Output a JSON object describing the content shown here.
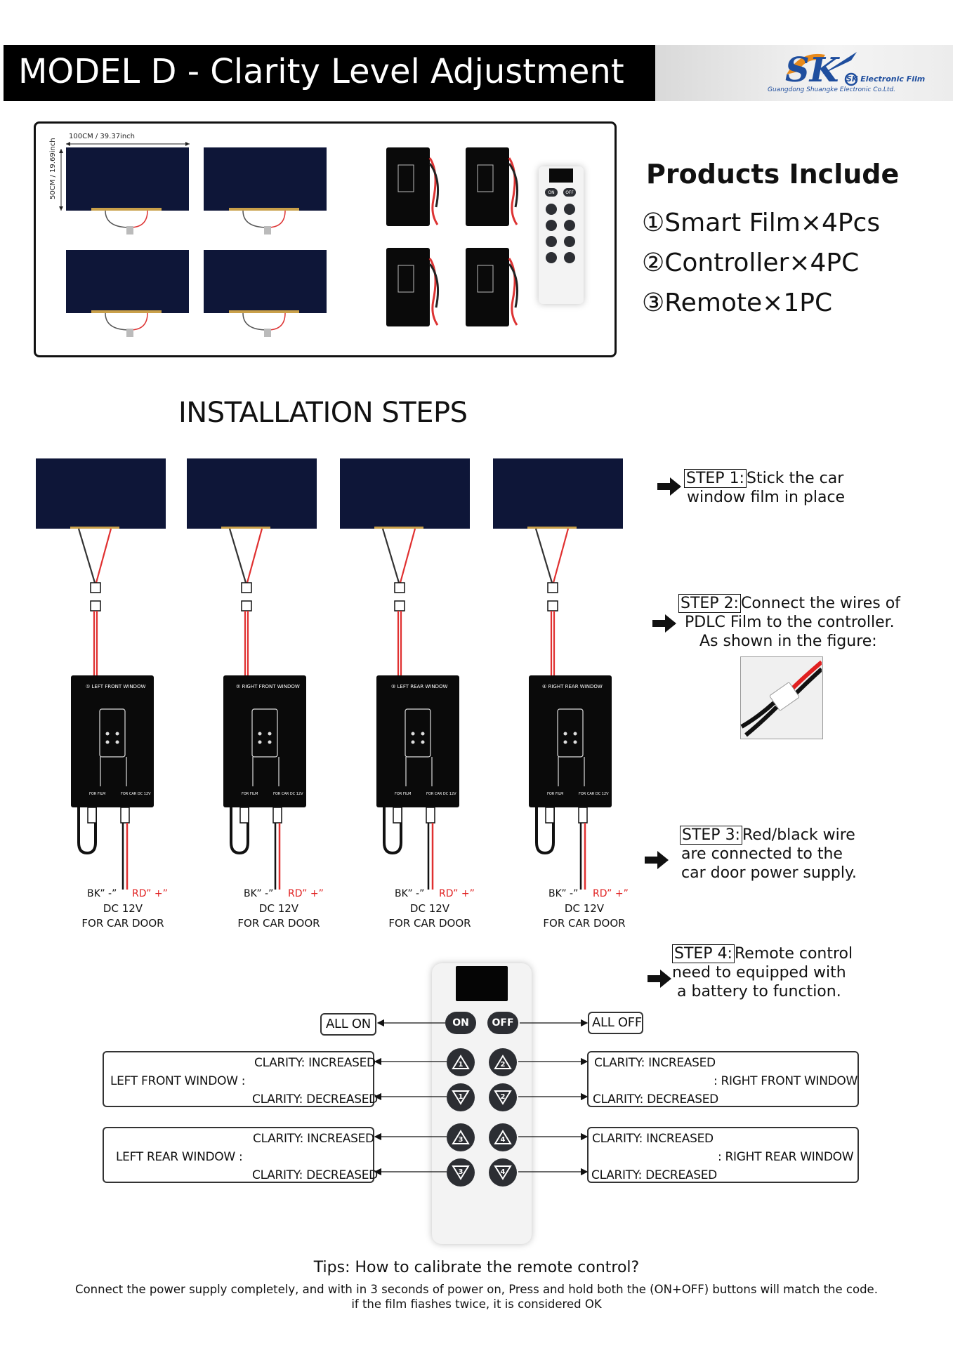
{
  "header": {
    "title": "MODEL D - Clarity Level Adjustment",
    "logo_text": "SK Electronic Film",
    "logo_subtext": "Guangdong Shuangke Electronic Co.Ltd."
  },
  "products": {
    "dim_width": "100CM / 39.37inch",
    "dim_height": "50CM / 19.69inch",
    "heading": "Products Include",
    "items": [
      "①Smart Film×4Pcs",
      "②Controller×4PC",
      "③Remote×1PC"
    ],
    "remote_on": "ON",
    "remote_off": "OFF"
  },
  "install": {
    "heading": "INSTALLATION STEPS",
    "steps": [
      {
        "label": "STEP 1:",
        "lines": [
          "Stick the car",
          "window film in place"
        ]
      },
      {
        "label": "STEP 2:",
        "lines": [
          "Connect the wires of",
          "PDLC Film to the controller.",
          "As shown in the figure:"
        ]
      },
      {
        "label": "STEP 3:",
        "lines": [
          "Red/black wire",
          "are connected to the",
          "car door power supply."
        ]
      },
      {
        "label": "STEP 4:",
        "lines": [
          "Remote control",
          "need to equipped with",
          "a battery to function."
        ]
      }
    ],
    "controllers": [
      {
        "title": "① LEFT FRONT WINDOW"
      },
      {
        "title": "② RIGHT FRONT WINDOW"
      },
      {
        "title": "③ LEFT REAR WINDOW"
      },
      {
        "title": "④ RIGHT REAR WINDOW"
      }
    ],
    "ctrl_for_film": "FOR FILM",
    "ctrl_for_car": "FOR CAR DC 12V",
    "wire_bk": "BK” -”",
    "wire_rd": "RD” +”",
    "dc": "DC 12V",
    "for_car_door": "FOR CAR DOOR"
  },
  "remote": {
    "on": "ON",
    "off": "OFF",
    "up1": "1",
    "down1": "1",
    "up2": "2",
    "down2": "2",
    "up3": "3",
    "down3": "3",
    "up4": "4",
    "down4": "4",
    "all_on": "ALL ON",
    "all_off": "ALL OFF",
    "left_front": "LEFT FRONT WINDOW :",
    "right_front": ": RIGHT FRONT WINDOW",
    "left_rear": "LEFT REAR WINDOW :",
    "right_rear": ": RIGHT REAR WINDOW",
    "increased": "CLARITY: INCREASED",
    "decreased": "CLARITY: DECREASED"
  },
  "tips": {
    "title": "Tips: How to calibrate the remote control?",
    "line1": "Connect the power supply completely, and with in 3 seconds of power on, Press and hold both the (ON+OFF) buttons will match the code.",
    "line2": "if the film fiashes twice, it is considered OK"
  },
  "colors": {
    "film": "#0e1638",
    "accent_red": "#e02020",
    "logo_blue": "#1f4e9e",
    "logo_orange": "#e88a1c"
  }
}
